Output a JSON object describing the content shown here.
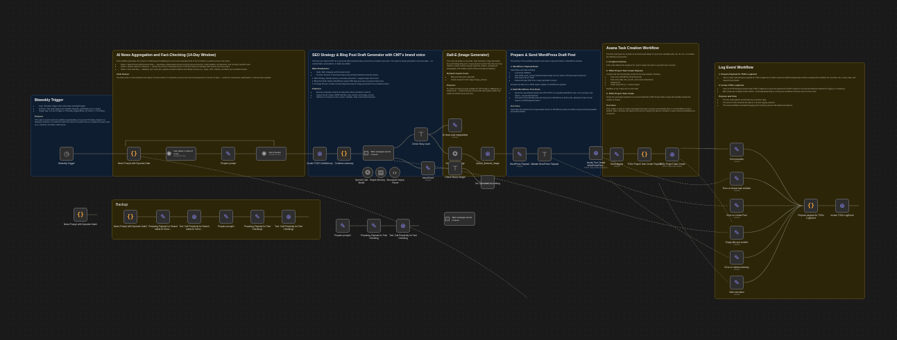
{
  "canvas": {
    "background": "#1a1a1a",
    "accent_yellow": "#2d2508",
    "accent_blue": "#0f1d30",
    "node_icon_purple": "#8a86ee",
    "node_icon_orange": "#f2a33a"
  },
  "stickies": {
    "biweekly": {
      "title": "Biweekly Trigger",
      "bullets": [
        "Type: Schedule Trigger (n8n-nodes-base.scheduleTrigger)",
        "Function: This node triggers the workflow biweekly, specifically every 2 weeks.",
        "Trigger Day: It is set to trigger on Thursday (triggerAtDay: [4], where 4 = Thursday)."
      ],
      "purpose_heading": "Purpose",
      "purpose": "This node is used to start the workflow automatically every second Thursday, based on a biweekly schedule. It is useful for tasks that need to be performed on a regular two-week cycle (e.g., reporting, reminders, data syncs)."
    },
    "ai_news": {
      "title": "AI News Aggregation and Fact-Checking (14-Day Window)",
      "intro": "This workflow automates the process of collecting and validating the most recent developments in the AI industry. It performs three main steps:",
      "bullets": [
        "Node 1: News Prompt with Dynamic Date — Generates a date-based prompt covering announcements, model updates, tool launches, and company-specific news.",
        "Node 2: Search Latest AI Treatment — Sends the prompt to Perplexity Sonar to find the freshest AI updates with sources and summaries.",
        "Node 3: Fact-Checking — Validates each news item against provided citations and official sources (e.g., blogs, arXiv, GitHub), and filters out unverified content."
      ],
      "final_heading": "Final Output",
      "final": "The final result is a fact-checked news digest, focused strictly on trustworthy sources and recent developments in the last 14 days — perfect for newsletters, dashboards, or internal team updates."
    },
    "seo": {
      "title": "SEO Strategy & Blog Post Draft Generator with CMT's brand voice",
      "intro": "This tool uses OpenAI GPT-4o to generate SEO-optimized blog content from provided news input. The output is strictly grounded in the input data — no external facts, assumptions, or dates are added.",
      "breakdown_heading": "Main Breakdown:",
      "bullets": [
        "Node: SEO strategist and AI content writer",
        "Function: Returns 3 structured tasks using strictly-provided structured content:"
      ],
      "steps": [
        "1. SEO Strategy: Identify primary, secondary keywords + suggest target word count.",
        "2. Blog Post Draft: Drafts a WordPress-ready HTML blog post using company brand voice.",
        "3. AI Image Prompt: Creates a brand-aligned prompt for image generation from provided content."
      ],
      "features_heading": "Features:",
      "features": [
        "Ensures evergreen content (no date-bias unless provided in source)",
        "Output format: custom JSON with title, post_content, and image_prompt",
        "Adheres to company's voice: expert, strategic, clear, and brand-conscious"
      ]
    },
    "dalle": {
      "title": "Dall-E (Image Generator)",
      "intro": "This node generates a cinematic, high-resolution image description for a technology blog post. It uses dynamic content from the incoming JSON to create a photo concept styled for modern, professional photography with shallow depth of field and high-end lighting.",
      "inputs_heading": "Dynamic inputs Used:",
      "inputs": [
        "Blog post title (post_data.title)",
        "Visual concept for the image (image_prompt)"
      ],
      "purpose_heading": "Purpose:",
      "purpose": "To create AI image prompts suitable for GPT-Image-1, Midjourney, or similar tools — enhancing blog content with high-quality visuals that match the article theme and tone."
    },
    "wordpress": {
      "title": "Prepare & Send WordPress Draft Post",
      "intro": "This section of the workflow prepares and sends a blog post draft to a WordPress website.",
      "s1_heading": "1. WordPress Payload Node",
      "s1": [
        "Assembles post data including:"
      ],
      "s1_items": [
        "A required validation",
        "Post HTML (post_content) (defined dynamically from an earlier GPT-generated response)",
        "Post status set as \"draft\"",
        "Featured image URL (from image generation output)"
      ],
      "s1_tail": "Formats the data into a JSON object suitable for WordPress ingestion.",
      "s2_heading": "2. Draft WordPress Post Node",
      "s2": [
        "Sends the assembled payload via HTTP POST to a specified WordPress site, to the company site: https://...wp-json/wp/v2/posts.",
        "This action automatically posts the blog post to WordPress in draft mode, allowing for later human review or publishing/automation."
      ],
      "usecase_heading": "Use Case",
      "usecase": "Automates the pipeline from AI-generated content to WordPress-ready post drafts using structured payloads and authentication."
    },
    "asana": {
      "title": "Asana Task Creation Workflow",
      "intro": "This flow automates the creation of an Asana task based on input post metadata (title, text, ID, etc.). It includes the following components:",
      "s1_heading": "1. Assignee Hookup",
      "s1": "A Set node defines the assignee ID, used to assign the task to a specific team member.",
      "s2_heading": "2. TODo Project Task Create Payload",
      "s2": "A code node that dynamically constructs the task payload, including:",
      "s2_items": [
        "Task name (WordPress Draft Approval)",
        "Task notes (title, link, post ID, and review instructions)",
        "Assignee ID",
        "Target project ID (i.e., Asana project)"
      ],
      "s2_tail": "Deadline is set X days from current date",
      "s3_heading": "3. TODo Project Task Create",
      "s3": "Sends the generated payload to an internal webhook (TODo Project Task Create) that handles actual task creation in Asana.",
      "usecase_heading": "Use Case",
      "usecase": "This module is used to create review/approval tasks in Asana automatically when a new WordPress post is drafted. Team members can approve the post by marking the task as complete or leave structured feedback via comments."
    },
    "log_event": {
      "title": "Log Event Workflow",
      "s1_heading": "1. Prepare Payload for TODo LogEvent",
      "s1": [
        "Uses a Code node (Prepare payload for TODo LogEvent) to build a structured JSON payload that includes metadata like workflow ID, execution info, custom data, and request body details."
      ],
      "s2_heading": "2. Invoke TODo LogEvent",
      "s2": [
        "Uses an HTTP Request node (Invoke TODo LogEvent) to send the payload as a POST request to an internal webhook endpoint for logging or monitoring.",
        "Both nodes are configured with onError: continueRegularOutput, ensuring the workflow continues even if errors occur."
      ],
      "purpose_heading": "Purpose and Flow",
      "purpose": [
        "The first node gathers and formats key execution data.",
        "The second node forwards this data to a remote logging endpoint.",
        "This setup facilitates centralized logging and monitoring across n8n-based automations."
      ]
    },
    "backup": {
      "title": "Backup"
    }
  },
  "nodes": {
    "biweekly_trigger": {
      "label": "Biweekly Trigger",
      "icon": "clock-icon"
    },
    "news_prompt": {
      "label": "News Prompt with Dynamic Date",
      "icon": "code-braces-icon"
    },
    "get_latest": {
      "label": "Get Latest 1 news of news",
      "sub": "Perplexity Tool",
      "icon": "perplexity-icon"
    },
    "prepare_prompt": {
      "label": "Prepare prompt",
      "icon": "pencil-icon"
    },
    "fact_checker": {
      "label": "Fact-checker",
      "sub": "Perplexity Tool",
      "icon": "perplexity-icon"
    },
    "invoke_todo_getmemory": {
      "label": "Invoke TODO-GetMemory",
      "icon": "globe-icon"
    },
    "combine_summary": {
      "label": "Combine summary",
      "icon": "code-braces-icon"
    },
    "seo_strategist": {
      "label": "SEO strategist and AI content...",
      "icon": "robot-icon"
    },
    "openai_chat_model": {
      "label": "OpenAI Chat Model",
      "icon": "openai-icon"
    },
    "simple_memory": {
      "label": "Simple Memory",
      "icon": "memory-icon"
    },
    "structured_output": {
      "label": "Structured Output Parser",
      "icon": "parser-icon"
    },
    "check_story_count": {
      "label": "Check Story count",
      "icon": "if-icon"
    },
    "no_news_post": {
      "label": "AI news post empty/latest",
      "sub": "manual",
      "icon": "pencil-icon"
    },
    "generate_image": {
      "label": "Generate an image",
      "icon": "openai-icon"
    },
    "return_event": {
      "label": "returnEvent",
      "sub": "manual",
      "icon": "pencil-icon"
    },
    "check_storys_length": {
      "label": "Check Story's length",
      "icon": "if-icon"
    },
    "upload_featured_image": {
      "label": "upload_featured_image",
      "icon": "globe-icon"
    },
    "no_operation": {
      "label": "No Operation, do nothing",
      "icon": "arrow-right-icon"
    },
    "wordpress_payload": {
      "label": "WordPress Payload",
      "sub": "manual",
      "icon": "pencil-icon"
    },
    "validate_wordpress": {
      "label": "Validate WordPress Payload",
      "icon": "if-icon"
    },
    "invoke_todo_create_wp": {
      "label": "Invoke Tool Create WordPressPost...",
      "sub": "POST: https://n8n.wordpress",
      "icon": "globe-icon"
    },
    "set_assignee": {
      "label": "Set Assignee",
      "sub": "manual",
      "icon": "pencil-icon"
    },
    "todo_task_payload": {
      "label": "TODo Project Task Create Payload",
      "icon": "code-braces-icon"
    },
    "todo_task_create": {
      "label": "TODo Project Task Create",
      "sub": "POST: https://n8n.asana",
      "icon": "globe-icon"
    },
    "end_execution": {
      "label": "End execution",
      "sub": "manual",
      "icon": "pencil-icon"
    },
    "error_asana": {
      "label": "Error on Asana task creation",
      "sub": "manual",
      "icon": "pencil-icon"
    },
    "error_create_post": {
      "label": "Error on Create Post",
      "sub": "manual",
      "icon": "pencil-icon"
    },
    "empty_title": {
      "label": "Empty title and content",
      "sub": "manual",
      "icon": "pencil-icon"
    },
    "error_news_summary": {
      "label": "Error on media summary",
      "sub": "manual",
      "icon": "pencil-icon"
    },
    "start_execution": {
      "label": "Start execution",
      "sub": "manual",
      "icon": "pencil-icon"
    },
    "prepare_log_payload": {
      "label": "Prepare payload for TODo LogEvent",
      "icon": "code-braces-icon"
    },
    "invoke_log_event": {
      "label": "Invoke TODo LogEvent",
      "icon": "globe-icon"
    },
    "news_prompt_dynamic_orphan": {
      "label": "News Prompt with Dynamic Date1",
      "icon": "code-braces-icon"
    },
    "backup_news_prompt": {
      "label": "News Prompt with Dynamic Date1",
      "icon": "code-braces-icon"
    },
    "backup_prep_search": {
      "label": "Preparing Payload for Search latest AI Trend...",
      "icon": "pencil-icon"
    },
    "backup_tool_call_search": {
      "label": "Tool: Call Perplexity for Search latest AI Trend...",
      "icon": "globe-icon"
    },
    "backup_prepare_prompt": {
      "label": "Prepare prompt1",
      "icon": "pencil-icon"
    },
    "backup_prep_fact": {
      "label": "Preparing Payload for Fact Checking1",
      "icon": "pencil-icon"
    },
    "backup_tool_call_fact": {
      "label": "Tool: Call Perplexity for Fact Checking1",
      "icon": "globe-icon"
    },
    "orphan_prepare_prompt": {
      "label": "Prepare prompt1",
      "icon": "pencil-icon"
    },
    "orphan_prep_fact": {
      "label": "Preparing Payload for Fact Checking",
      "icon": "pencil-icon"
    },
    "orphan_tool_call_fact": {
      "label": "Tool: Call Perplexity for Fact Checking",
      "icon": "globe-icon"
    },
    "orphan_seo": {
      "label": "SEO strategist and AI content...",
      "icon": "robot-icon"
    }
  }
}
